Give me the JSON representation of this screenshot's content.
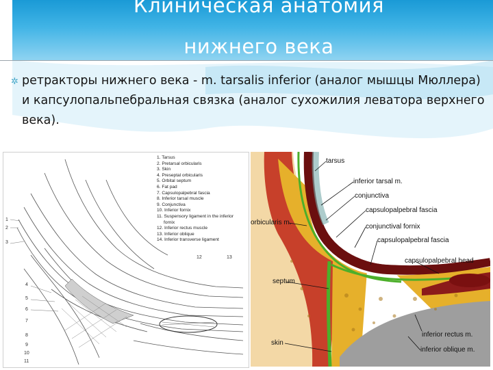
{
  "title_line1": "Клиническая анатомия",
  "title_line2": "нижнего века",
  "bullet_icon": "star-bullet-icon",
  "bullet_text": "ретракторы нижнего века - m. tarsalis inferior (аналог мышцы Мюллера) и капсулопальпебральная связка (аналог сухожилия леватора верхнего века).",
  "left_figure": {
    "legend": [
      "1. Tarsus",
      "2. Pretarsal orbicularis",
      "3. Skin",
      "4. Preseptal orbicularis",
      "5. Orbital septum",
      "6. Fat pad",
      "7. Capsulopalpebral fascia",
      "8. Inferior tarsal muscle",
      "9. Conjunctiva",
      "10. Inferior fornix",
      "11. Suspensory ligament in the inferior",
      "fornix",
      "12. Inferior rectus muscle",
      "13. Inferior oblique",
      "14. Inferior transverse ligament"
    ],
    "numbers": [
      "1",
      "2",
      "3",
      "4",
      "5",
      "6",
      "7",
      "8",
      "9",
      "10",
      "11",
      "12",
      "13"
    ]
  },
  "right_figure": {
    "labels": {
      "tarsus": "tarsus",
      "inferior_tarsal": "inferior tarsal m.",
      "conjunctiva": "conjunctiva",
      "capsulo_fascia1": "capsulopalpebral fascia",
      "conj_fornix": "conjunctival fornix",
      "orbicularis": "orbicularis m.",
      "capsulo_fascia2": "capsulopalpebral fascia",
      "capsulo_head": "capsulopalpebral head",
      "septum": "septum",
      "inferior_rectus": "inferior rectus m.",
      "skin": "skin",
      "inferior_oblique": "inferior oblique m."
    }
  },
  "colors": {
    "header_blue": "#1a9ad6",
    "muscle_red": "#8b1a1a",
    "fat_yellow": "#e8b22a",
    "septum_green": "#4caf2a",
    "grey": "#9e9e9e"
  }
}
